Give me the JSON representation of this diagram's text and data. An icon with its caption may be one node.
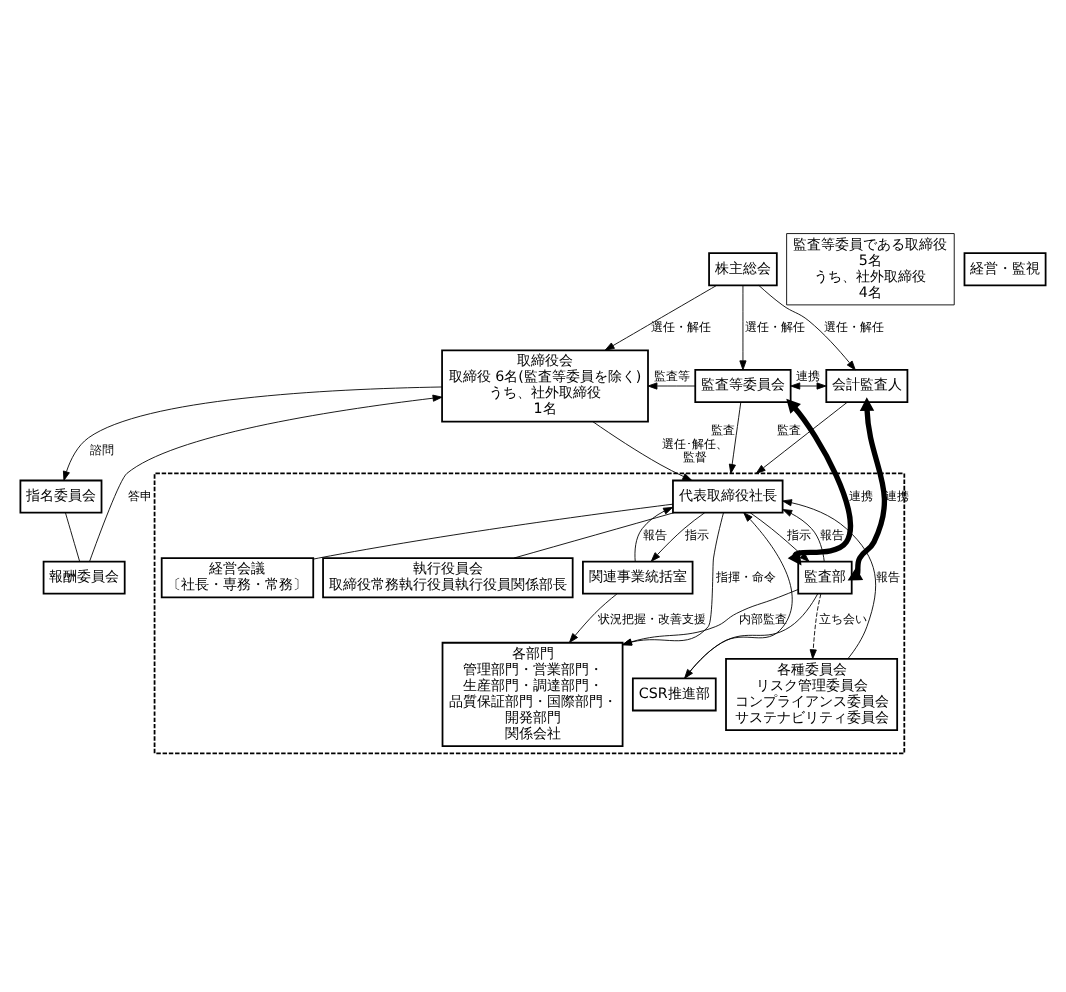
{
  "diagram": {
    "nodes": [
      {
        "text": [
          "株主総会"
        ]
      },
      {
        "text": [
          "指名委員会"
        ]
      },
      {
        "text": [
          "取締役会",
          "取締役 6名(監査等委員を除く)うち、社外取締役 1名"
        ]
      },
      {
        "text": [
          "監査等委員会"
        ]
      },
      {
        "text": [
          "監査等委員である取締役 5名",
          "うち、社外取締役 4名"
        ]
      },
      {
        "text": [
          "会計監査人"
        ]
      },
      {
        "text": [
          "経営・監視"
        ]
      },
      {
        "text": [
          "報酬委員会"
        ]
      },
      {
        "text": [],
        "shape": "box"
      },
      {
        "text": [
          "代表取締役社長"
        ],
        "in": 8
      },
      {
        "text": [
          "監査部"
        ],
        "in": 8
      },
      {
        "text": [
          "関連事業統括室"
        ],
        "in": 8
      },
      {
        "text": [
          "経営会議",
          "〔社長・専務・常務〕"
        ],
        "in": 8
      },
      {
        "text": [
          "各種委員会",
          "リスク管理委員会",
          "コンプライアンス委員会",
          "サステナビリティ委員会"
        ],
        "in": 8
      },
      {
        "text": [
          "執行役員会",
          "取締役常務執行役員執行役員関係部長"
        ],
        "in": 8
      },
      {
        "text": [
          "各部門",
          "管理部門・営業部門・生産部門・調達部門・品質保証部門・国際部門・開発部門",
          "関係会社"
        ],
        "in": 8
      },
      {
        "text": [
          "CSR推進部"
        ],
        "in": 8
      }
    ],
    "edges": [
      {
        "from": 0,
        "to": 2,
        "arrow": "to",
        "label": "選任・解任"
      },
      {
        "from": 0,
        "to": 3,
        "arrow": "to",
        "label": "選任・解任"
      },
      {
        "from": 0,
        "to": 5,
        "arrow": "to",
        "label": "選任・解任"
      },
      {
        "from": 2,
        "to": 1,
        "arrow": "to",
        "label": "諮問"
      },
      {
        "from": 7,
        "to": 2,
        "arrow": "to",
        "label": "答申"
      },
      {
        "from": 1,
        "to": 7,
        "arrow": "none"
      },
      {
        "from": 3,
        "to": 2,
        "arrow": "to",
        "label": "監査等"
      },
      {
        "from": 3,
        "to": 5,
        "arrow": "both",
        "label": "連携"
      },
      {
        "from": 2,
        "to": 9,
        "arrow": "to",
        "label": "選任･解任、監督"
      },
      {
        "from": 3,
        "to": 8,
        "arrow": "to",
        "label": "監査"
      },
      {
        "from": 5,
        "to": 8,
        "arrow": "to",
        "label": "監査"
      },
      {
        "from": 3,
        "to": 10,
        "arrow": "both",
        "label": "連携",
        "style": "thick"
      },
      {
        "from": 5,
        "to": 10,
        "arrow": "both",
        "label": "連携",
        "style": "thick"
      },
      {
        "from": 9,
        "to": 10,
        "arrow": "to",
        "label": "指示"
      },
      {
        "from": 10,
        "to": 9,
        "arrow": "to",
        "label": "報告"
      },
      {
        "from": 13,
        "to": 9,
        "arrow": "to",
        "label": "報告"
      },
      {
        "from": 16,
        "to": 9,
        "arrow": "to"
      },
      {
        "from": 11,
        "to": 9,
        "arrow": "to",
        "label": "報告"
      },
      {
        "from": 9,
        "to": 11,
        "arrow": "to",
        "label": "指示"
      },
      {
        "from": 9,
        "to": 15,
        "arrow": "to",
        "label": "指揮・命令"
      },
      {
        "from": 9,
        "to": 12,
        "arrow": "none"
      },
      {
        "from": 9,
        "to": 14,
        "arrow": "none"
      },
      {
        "from": 10,
        "to": 13,
        "arrow": "to",
        "label": "立ち会い",
        "style": "dashed"
      },
      {
        "from": 10,
        "to": 16,
        "arrow": "to"
      },
      {
        "from": 10,
        "to": 15,
        "arrow": "to",
        "label": "内部監査"
      },
      {
        "from": 11,
        "to": 15,
        "arrow": "to",
        "label": "状況把握・改善支援"
      }
    ]
  }
}
